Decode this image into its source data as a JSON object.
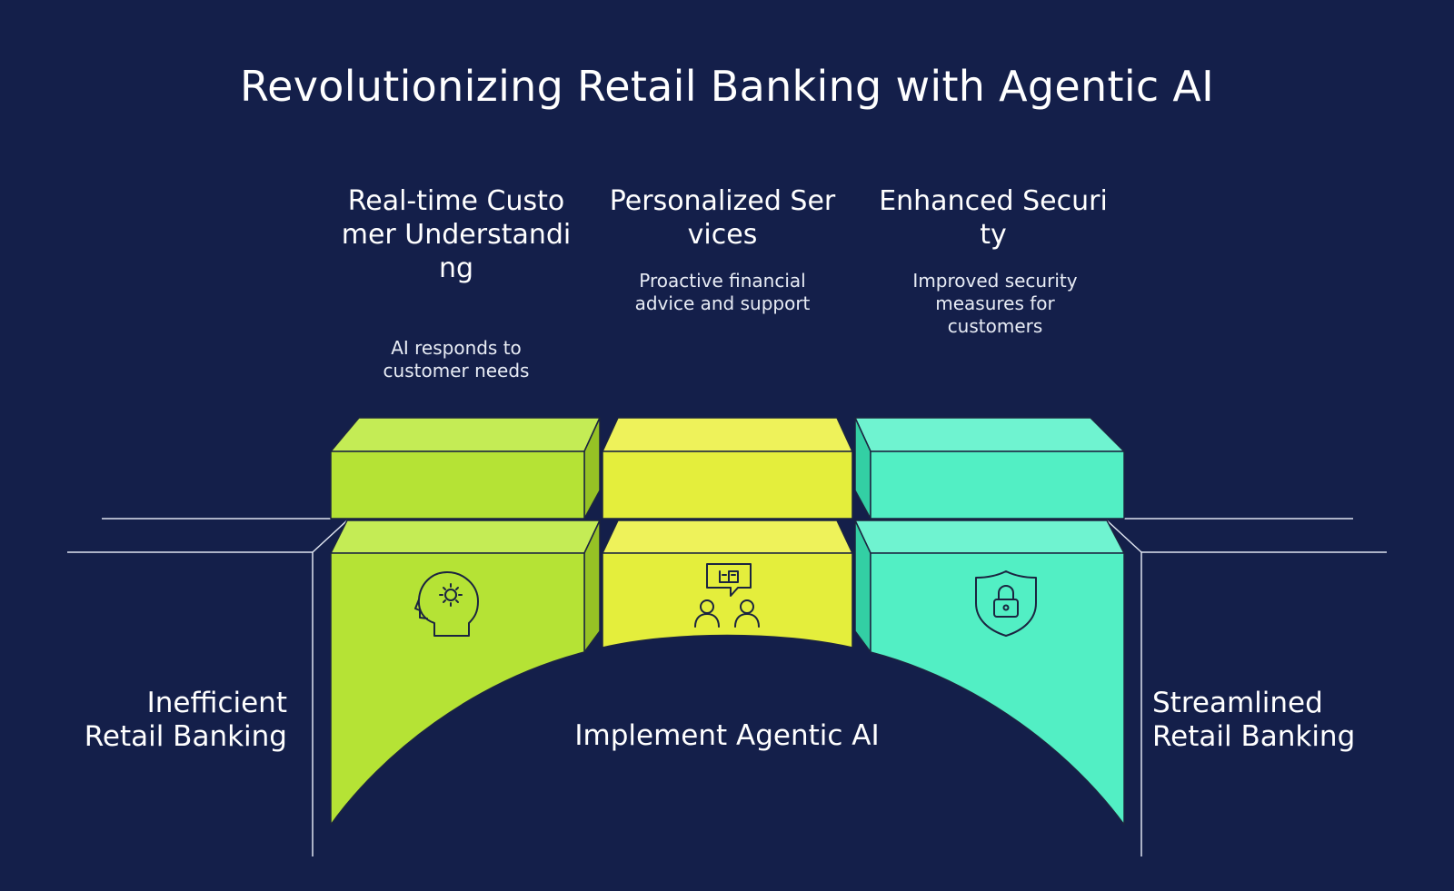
{
  "title": "Revolutionizing Retail Banking with Agentic AI",
  "columns": [
    {
      "heading": "Real-time Customer Understanding",
      "description": "AI responds to customer needs",
      "icon": "head-gear-icon",
      "color": "#b5e335"
    },
    {
      "heading": "Personalized Services",
      "description": "Proactive financial advice and support",
      "icon": "advisor-chat-icon",
      "color": "#e4ee3c"
    },
    {
      "heading": "Enhanced Security",
      "description": "Improved security measures for customers",
      "icon": "shield-lock-icon",
      "color": "#52efc4"
    }
  ],
  "left_label": "Inefficient Retail Banking",
  "right_label": "Streamlined Retail Banking",
  "center_label": "Implement Agentic AI",
  "colors": {
    "background": "#141f4a",
    "outline": "#1b2440"
  }
}
